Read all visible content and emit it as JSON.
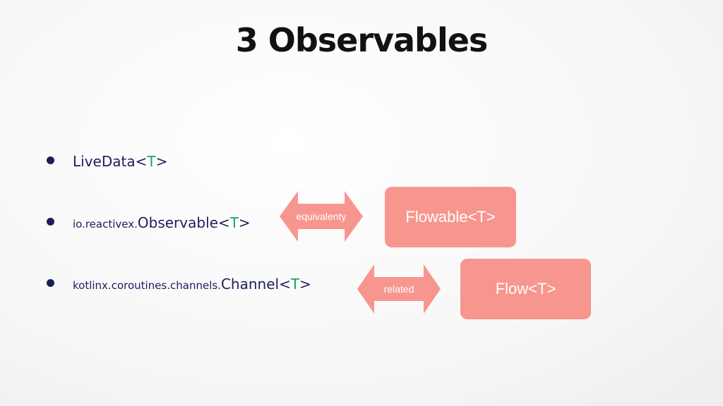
{
  "title": "3 Observables",
  "bullets": [
    {
      "prefix": "",
      "name": "LiveData",
      "open": "<",
      "type_param": "T",
      "close": ">"
    },
    {
      "prefix": "io.reactivex.",
      "name": "Observable",
      "open": "<",
      "type_param": "T",
      "close": ">"
    },
    {
      "prefix": "kotlinx.coroutines.channels.",
      "name": "Channel",
      "open": "<",
      "type_param": "T",
      "close": ">"
    }
  ],
  "arrows": [
    {
      "label": "equivalenty"
    },
    {
      "label": "related"
    }
  ],
  "boxes": [
    {
      "label": "Flowable<T>"
    },
    {
      "label": "Flow<T>"
    }
  ],
  "colors": {
    "title": "#111111",
    "bullet_text": "#1a1f5c",
    "type_param": "#1aa36a",
    "box_fill": "#f7968f",
    "arrow_fill": "#f7968f",
    "box_text": "#ffffff"
  }
}
